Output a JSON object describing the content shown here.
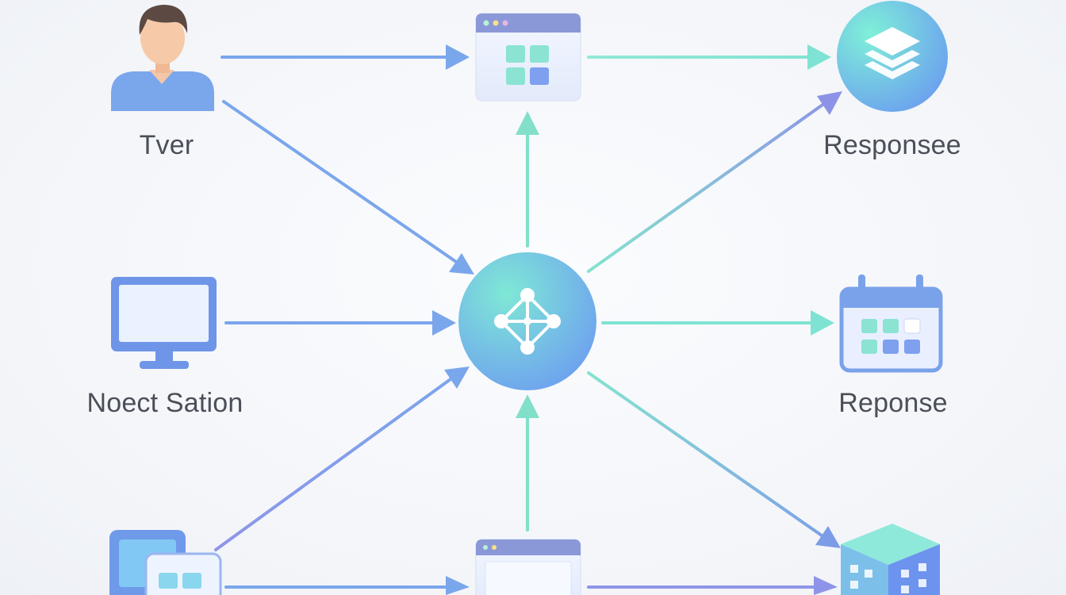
{
  "labels": {
    "user": "Tver",
    "top_right": "Responsee",
    "monitor": "Noect Sation",
    "calendar": "Reponse"
  },
  "nodes": [
    {
      "id": "user",
      "icon": "user-avatar-icon"
    },
    {
      "id": "top-window",
      "icon": "app-window-icon"
    },
    {
      "id": "layers",
      "icon": "layers-icon"
    },
    {
      "id": "monitor",
      "icon": "monitor-icon"
    },
    {
      "id": "hub",
      "icon": "network-hub-icon"
    },
    {
      "id": "calendar",
      "icon": "calendar-icon"
    },
    {
      "id": "bottom-left-windows",
      "icon": "stacked-windows-icon"
    },
    {
      "id": "bottom-window",
      "icon": "browser-window-icon"
    },
    {
      "id": "cube",
      "icon": "cube-icon"
    }
  ],
  "colors": {
    "blue": "#7aa6ec",
    "teal": "#7fe3d3",
    "purple": "#8f95e6",
    "hub_teal": "#79e6d6",
    "hub_blue": "#6fa0f0",
    "label": "#4a4f58"
  }
}
